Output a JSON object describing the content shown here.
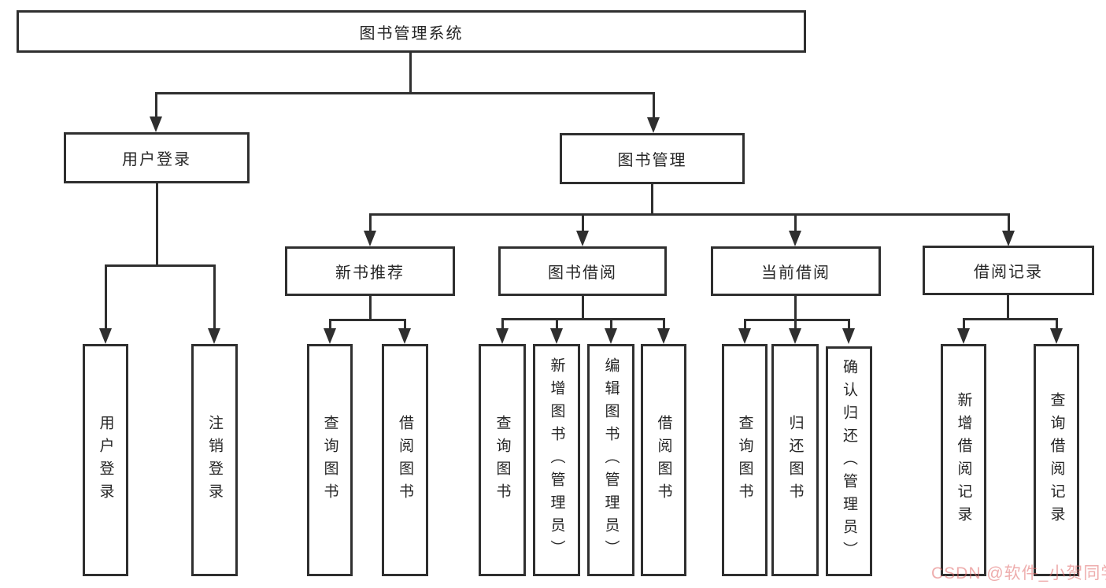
{
  "diagram": {
    "type": "hierarchy-tree",
    "colors": {
      "line": "#2f2f2f",
      "text": "#262626",
      "background": "#ffffff",
      "watermark": "#e06a6a"
    },
    "nodes": {
      "root": {
        "label": "图书管理系统"
      },
      "user_login": {
        "label": "用户登录"
      },
      "book_management": {
        "label": "图书管理"
      },
      "new_book_recommend": {
        "label": "新书推荐"
      },
      "book_borrowing": {
        "label": "图书借阅"
      },
      "current_borrowing": {
        "label": "当前借阅"
      },
      "borrowing_records": {
        "label": "借阅记录"
      },
      "leaves": {
        "user_login": [
          "用户登录",
          "注销登录"
        ],
        "new_book_recommend": [
          "查询图书",
          "借阅图书"
        ],
        "book_borrowing": [
          "查询图书",
          "新增图书（管理员）",
          "编辑图书（管理员）",
          "借阅图书"
        ],
        "current_borrowing": [
          "查询图书",
          "归还图书",
          "确认归还（管理员）"
        ],
        "borrowing_records": [
          "新增借阅记录",
          "查询借阅记录"
        ]
      }
    }
  },
  "watermark": {
    "text": "CSDN @软件_小贺同学"
  }
}
